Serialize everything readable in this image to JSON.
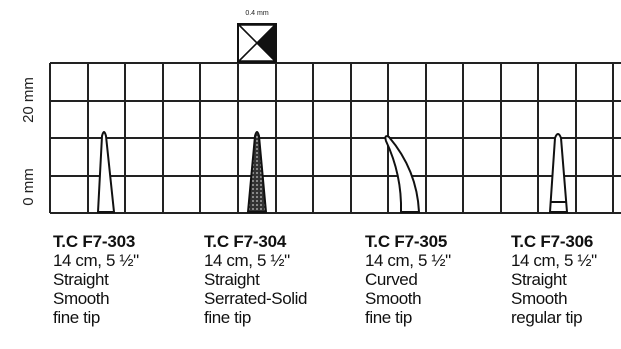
{
  "axis": {
    "top_label": "20 mm",
    "bottom_label": "0 mm"
  },
  "scale_indicator": {
    "label": "0.4 mm"
  },
  "instruments": [
    {
      "code": "T.C F7-303",
      "length": "14 cm, 5 ½\"",
      "shape": "Straight",
      "surface": "Smooth",
      "tip": "fine tip"
    },
    {
      "code": "T.C F7-304",
      "length": "14 cm, 5 ½\"",
      "shape": "Straight",
      "surface": "Serrated-Solid",
      "tip": "fine tip"
    },
    {
      "code": "T.C F7-305",
      "length": "14 cm, 5 ½\"",
      "shape": "Curved",
      "surface": "Smooth",
      "tip": "fine tip"
    },
    {
      "code": "T.C F7-306",
      "length": "14 cm, 5 ½\"",
      "shape": "Straight",
      "surface": "Smooth",
      "tip": "regular tip"
    }
  ]
}
